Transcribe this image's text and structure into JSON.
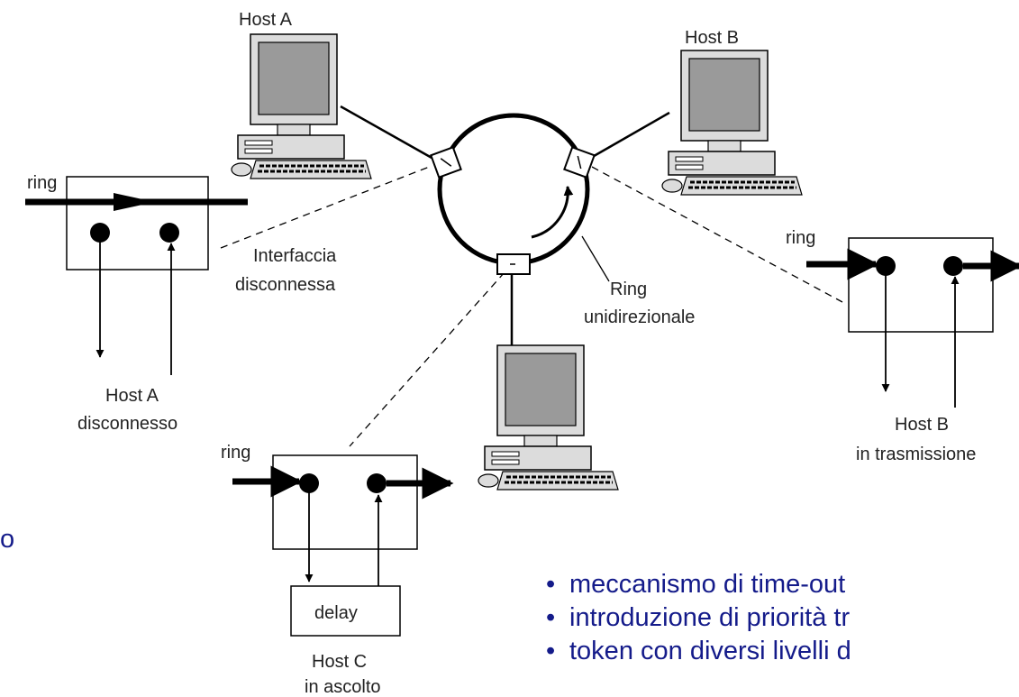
{
  "labels": {
    "host_a": "Host A",
    "host_b": "Host B",
    "ring_left": "ring",
    "ring_right": "ring",
    "ring_bottom": "ring",
    "interface_disconnected_1": "Interfaccia",
    "interface_disconnected_2": "disconnessa",
    "ring_uni_1": "Ring",
    "ring_uni_2": "unidirezionale",
    "host_a_disc_1": "Host A",
    "host_a_disc_2": "disconnesso",
    "host_b_tx_1": "Host B",
    "host_b_tx_2": "in trasmissione",
    "host_c_1": "Host C",
    "host_c_2": "in ascolto",
    "delay": "delay"
  },
  "stray_text": "o",
  "bullets": [
    "meccanismo di time-out",
    "introduzione di priorità tr",
    "token con diversi livelli d"
  ],
  "colors": {
    "line": "#000000",
    "bullet_text": "#141b8a",
    "screen": "#9a9a9a"
  }
}
